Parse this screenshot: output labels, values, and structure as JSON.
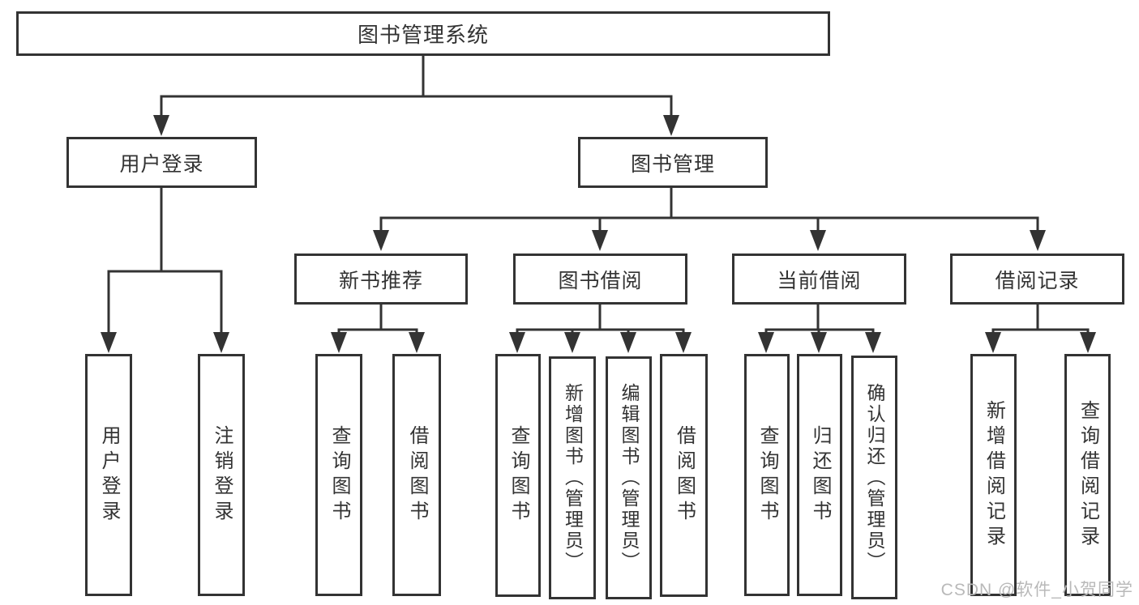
{
  "tree": {
    "root": {
      "label": "图书管理系统"
    },
    "children": [
      {
        "label": "用户登录",
        "children": [
          {
            "label": "用户登录"
          },
          {
            "label": "注销登录"
          }
        ]
      },
      {
        "label": "图书管理",
        "children": [
          {
            "label": "新书推荐",
            "children": [
              {
                "label": "查询图书"
              },
              {
                "label": "借阅图书"
              }
            ]
          },
          {
            "label": "图书借阅",
            "children": [
              {
                "label": "查询图书"
              },
              {
                "label": "新增图书（管理员）"
              },
              {
                "label": "编辑图书（管理员）"
              },
              {
                "label": "借阅图书"
              }
            ]
          },
          {
            "label": "当前借阅",
            "children": [
              {
                "label": "查询图书"
              },
              {
                "label": "归还图书"
              },
              {
                "label": "确认归还（管理员）"
              }
            ]
          },
          {
            "label": "借阅记录",
            "children": [
              {
                "label": "新增借阅记录"
              },
              {
                "label": "查询借阅记录"
              }
            ]
          }
        ]
      }
    ]
  },
  "watermark": {
    "text": "CSDN @软件_小贺同学"
  },
  "colors": {
    "line": "#333333",
    "text": "#333333",
    "watermark": "#b9b9b9",
    "background": "#ffffff"
  }
}
